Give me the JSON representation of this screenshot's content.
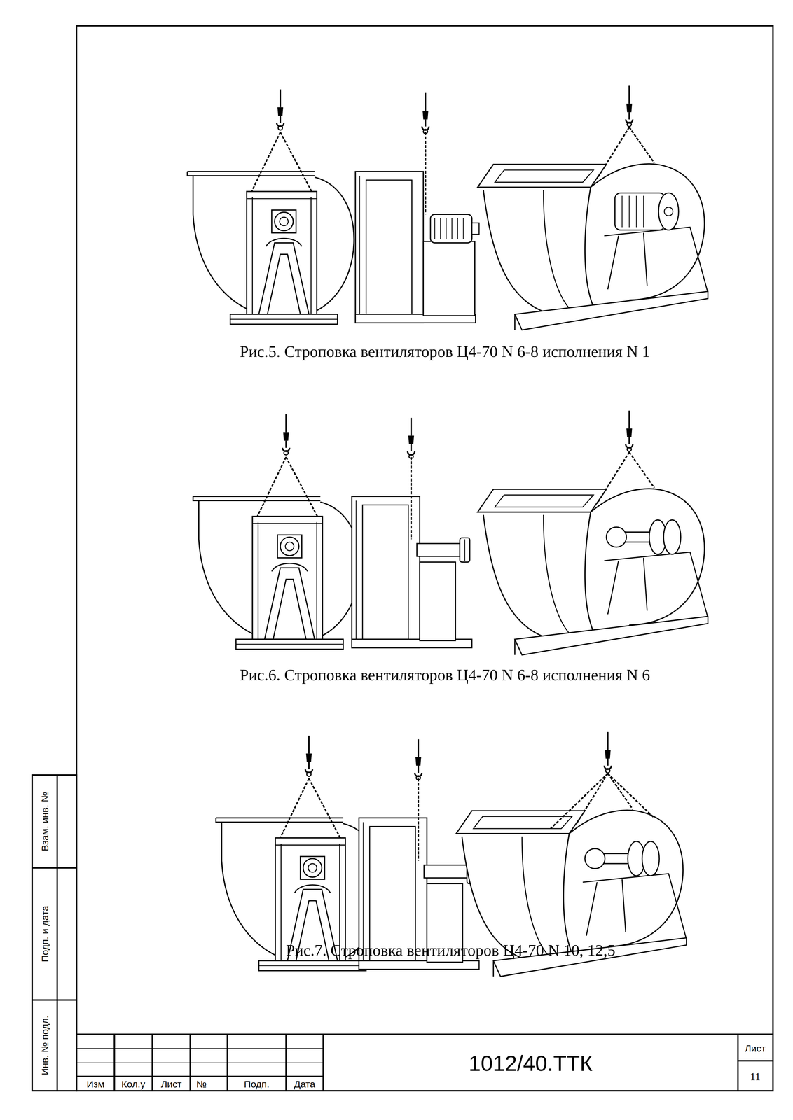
{
  "diagram": {
    "labels": [
      "Рис.5. Строповка вентиляторов Ц4-70 N 6-8 исполнения N 1",
      "Рис.6. Строповка вентиляторов Ц4-70 N 6-8 исполнения N 6",
      "Рис.7. Строповка вентиляторов Ц4-70 N 10, 12,5",
      "1012/40.ТТК",
      "Лист",
      "11",
      "Изм",
      "Кол.у",
      "Лист",
      "№",
      "Подп.",
      "Дата",
      "Взам. инв. №",
      "Подп. и дата",
      "Инв. № подл."
    ]
  }
}
